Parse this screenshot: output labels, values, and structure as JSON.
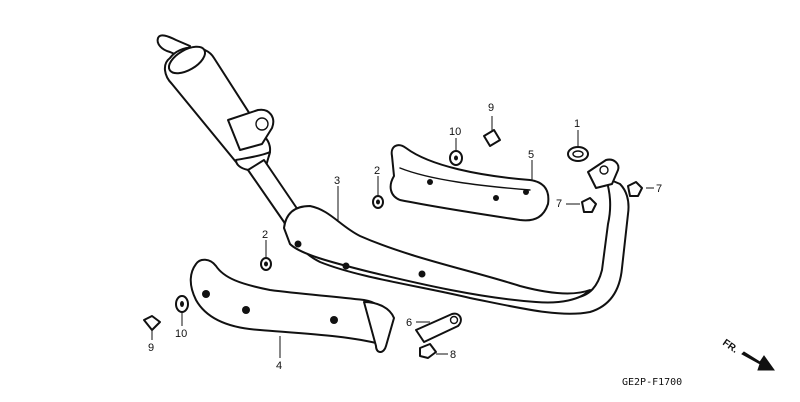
{
  "callouts": {
    "c1": "1",
    "c2a": "2",
    "c2b": "2",
    "c3": "3",
    "c4": "4",
    "c5": "5",
    "c6": "6",
    "c7a": "7",
    "c7b": "7",
    "c8": "8",
    "c9a": "9",
    "c9b": "9",
    "c10a": "10",
    "c10b": "10"
  },
  "diagram_code": "GE2P-F1700",
  "direction_label": "FR.",
  "icons": {
    "front_arrow": "arrow-down-right-icon"
  },
  "colors": {
    "line": "#111111",
    "background": "#ffffff"
  }
}
